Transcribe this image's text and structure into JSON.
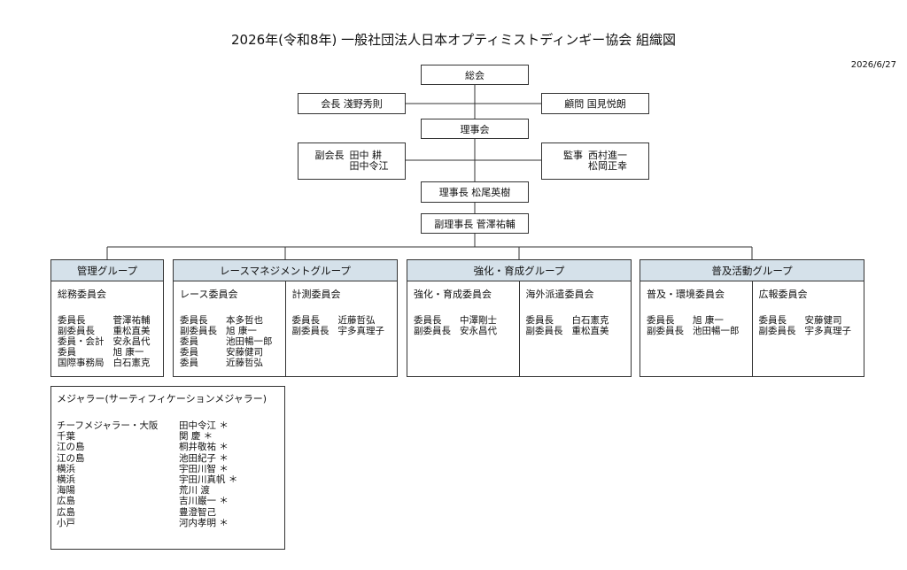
{
  "title": "2026年(令和8年)  一般社団法人日本オプティミストディンギー協会  組織図",
  "date": "2026/6/27",
  "top": {
    "general_assembly": "総会",
    "chairman": "会長  淺野秀則",
    "advisor": "顧問  国見悦朗",
    "board": "理事会",
    "vice_chairman": {
      "role": "副会長",
      "names": [
        "田中  耕",
        "田中令江"
      ]
    },
    "auditor": {
      "role": "監事",
      "names": [
        "西村進一",
        "松岡正幸"
      ]
    },
    "director": "理事長  松尾英樹",
    "vice_director": "副理事長  菅澤祐輔"
  },
  "groups": [
    {
      "name": "管理グループ",
      "committees": [
        {
          "name": "総務委員会",
          "members": [
            [
              "委員長",
              "菅澤祐輔"
            ],
            [
              "副委員長",
              "重松直美"
            ],
            [
              "委員・会計",
              "安永昌代"
            ],
            [
              "委員",
              "旭  康一"
            ],
            [
              "国際事務局",
              "白石憲克"
            ]
          ]
        }
      ]
    },
    {
      "name": "レースマネジメントグループ",
      "committees": [
        {
          "name": "レース委員会",
          "members": [
            [
              "委員長",
              "本多哲也"
            ],
            [
              "副委員長",
              "旭  康一"
            ],
            [
              "委員",
              "池田暢一郎"
            ],
            [
              "委員",
              "安藤健司"
            ],
            [
              "委員",
              "近藤哲弘"
            ]
          ]
        },
        {
          "name": "計測委員会",
          "members": [
            [
              "委員長",
              "近藤哲弘"
            ],
            [
              "副委員長",
              "宇多真理子"
            ]
          ]
        }
      ]
    },
    {
      "name": "強化・育成グループ",
      "committees": [
        {
          "name": "強化・育成委員会",
          "members": [
            [
              "委員長",
              "中澤剛士"
            ],
            [
              "副委員長",
              "安永昌代"
            ]
          ]
        },
        {
          "name": "海外派遣委員会",
          "members": [
            [
              "委員長",
              "白石憲克"
            ],
            [
              "副委員長",
              "重松直美"
            ]
          ]
        }
      ]
    },
    {
      "name": "普及活動グループ",
      "committees": [
        {
          "name": "普及・環境委員会",
          "members": [
            [
              "委員長",
              "旭  康一"
            ],
            [
              "副委員長",
              "池田暢一郎"
            ]
          ]
        },
        {
          "name": "広報委員会",
          "members": [
            [
              "委員長",
              "安藤健司"
            ],
            [
              "副委員長",
              "宇多真理子"
            ]
          ]
        }
      ]
    }
  ],
  "measurers": {
    "title": "メジャラー(サーティフィケーションメジャラー)",
    "list": [
      [
        "チーフメジャラー・大阪",
        "田中令江  ＊"
      ],
      [
        "千葉",
        "関    慶  ＊"
      ],
      [
        "江の島",
        "桐井敬祐  ＊"
      ],
      [
        "江の島",
        "池田紀子  ＊"
      ],
      [
        "横浜",
        "宇田川智  ＊"
      ],
      [
        "横浜",
        "宇田川真帆  ＊"
      ],
      [
        "海陽",
        "荒川  渡"
      ],
      [
        "広島",
        "吉川巌一  ＊"
      ],
      [
        "広島",
        "豊澄智己"
      ],
      [
        "小戸",
        "河内孝明  ＊"
      ]
    ]
  }
}
